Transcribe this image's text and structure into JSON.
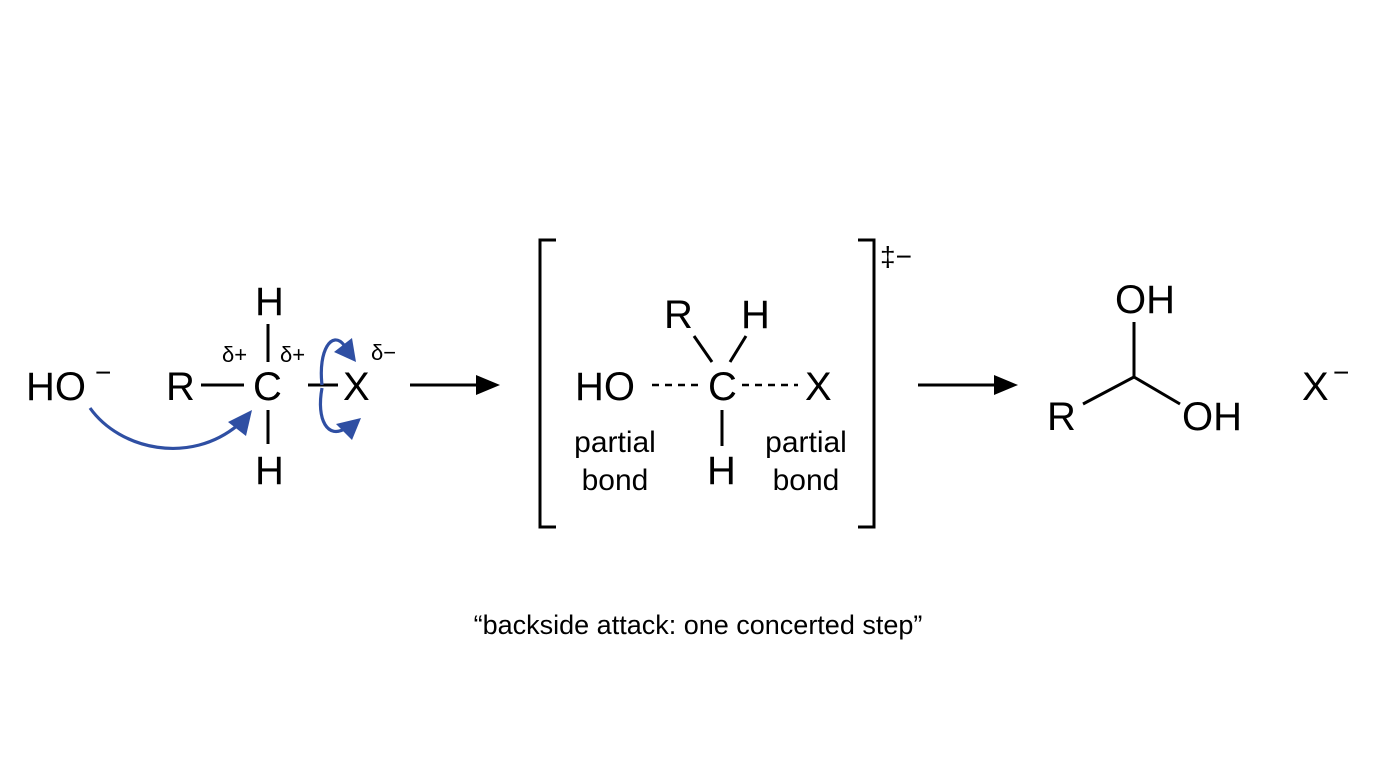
{
  "reactant": {
    "nucleophile": {
      "text": "HO",
      "charge": "−"
    },
    "substrate": {
      "r": "R",
      "c": "C",
      "h_top": "H",
      "h_bottom": "H",
      "x": "X",
      "delta_c_left": "δ+",
      "delta_c_right": "δ+",
      "delta_x": "δ−"
    }
  },
  "transition_state": {
    "ho": "HO",
    "c": "C",
    "r": "R",
    "h_top": "H",
    "h_bottom": "H",
    "x": "X",
    "partial_left_line1": "partial",
    "partial_left_line2": "bond",
    "partial_right_line1": "partial",
    "partial_right_line2": "bond",
    "charge": "‡−"
  },
  "product": {
    "oh_top": "OH",
    "oh_right": "OH",
    "r": "R",
    "leaving_group": {
      "text": "X",
      "charge": "−"
    }
  },
  "caption": "“backside attack: one concerted step”",
  "colors": {
    "arrow": "#2f4fa3",
    "ink": "#000000",
    "background": "#ffffff"
  }
}
